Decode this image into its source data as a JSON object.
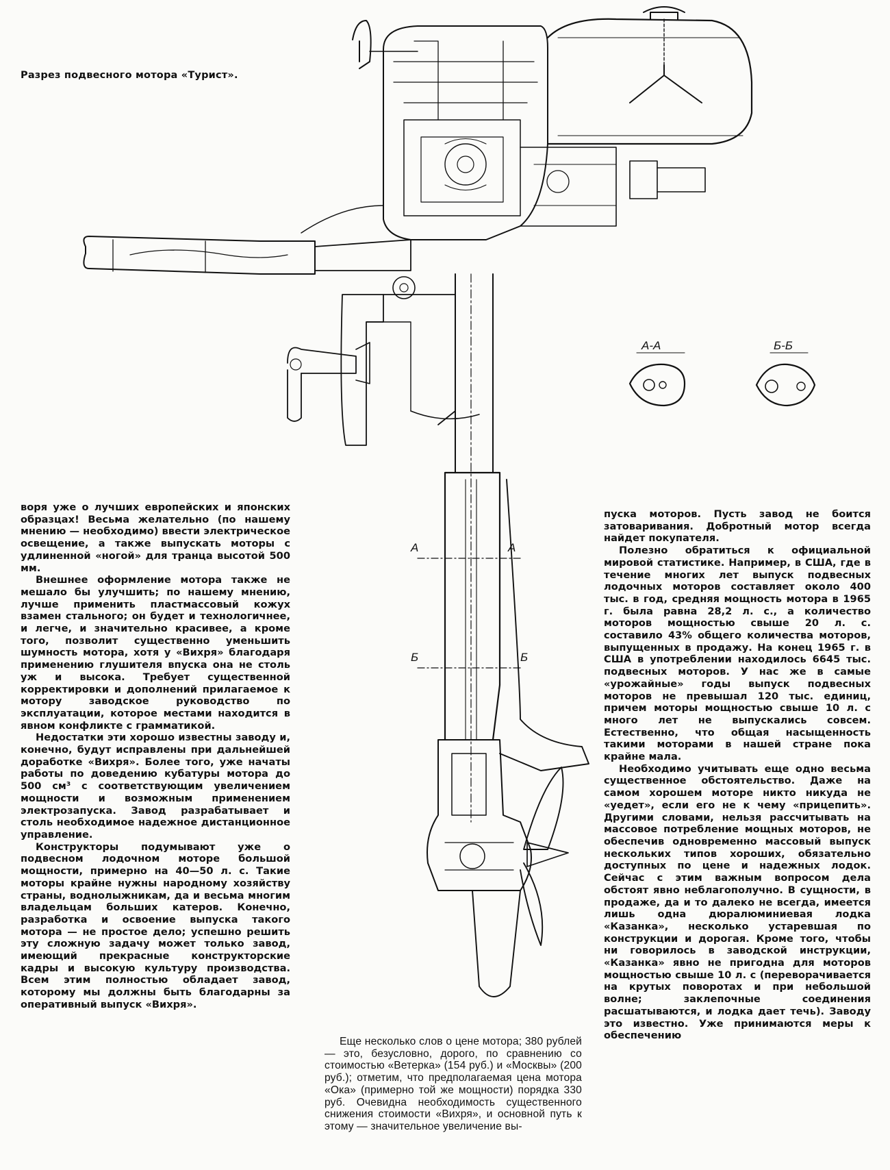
{
  "figure": {
    "caption": "Разрез подвесного мотора «Турист».",
    "section_labels": {
      "aa_title": "А-А",
      "bb_title": "Б-Б",
      "aa_left": "А",
      "aa_right": "А",
      "bb_left": "Б",
      "bb_right": "Б"
    }
  },
  "columns": {
    "left": [
      {
        "indent": false,
        "text": "воря уже о лучших европейских и японских образцах! Весьма желательно (по нашему мнению — необходимо) ввести электрическое освещение, а также выпускать моторы с удлиненной «ногой» для транца высотой 500 мм."
      },
      {
        "indent": true,
        "text": "Внешнее оформление мотора также не мешало бы улучшить; по нашему мнению, лучше применить пластмассовый кожух взамен стального; он будет и технологичнее, и легче, и значительно красивее, а кроме того, позволит существенно уменьшить шумность мотора, хотя у «Вихря» благодаря применению глушителя впуска она не столь уж и высока. Требует существенной корректировки и дополнений прилагаемое к мотору заводское руководство по эксплуатации, которое местами находится в явном конфликте с грамматикой."
      },
      {
        "indent": true,
        "text": "Недостатки эти хорошо известны заводу и, конечно, будут исправлены при дальнейшей доработке «Вихря». Более того, уже начаты работы по доведению кубатуры мотора до 500 см³ с соответствующим увеличением мощности и возможным применением электрозапуска. Завод разрабатывает и столь необходимое надежное дистанционное управление."
      },
      {
        "indent": true,
        "text": "Конструкторы подумывают уже о подвесном лодочном моторе большой мощности, примерно на 40—50 л. с. Такие моторы крайне нужны народному хозяйству страны, воднолыжникам, да и весьма многим владельцам больших катеров. Конечно, разработка и освоение выпуска такого мотора — не простое дело; успешно решить эту сложную задачу может только завод, имеющий прекрасные конструкторские кадры и высокую культуру производства. Всем этим полностью обладает завод, которому мы должны быть благодарны за оперативный выпуск «Вихря»."
      }
    ],
    "middle": [
      {
        "indent": true,
        "text": "Еще несколько слов о цене мотора; 380 рублей — это, безусловно, дорого, по сравнению со стоимостью «Ветерка» (154 руб.) и «Москвы» (200 руб.); отметим, что предполагаемая цена мотора «Ока» (примерно той же мощности) порядка 330 руб. Очевидна необходимость существенного снижения стоимости «Вихря», и основной путь к этому — значительное увеличение вы-"
      }
    ],
    "right": [
      {
        "indent": false,
        "text": "пуска моторов. Пусть завод не боится затоваривания. Добротный мотор всегда найдет покупателя."
      },
      {
        "indent": true,
        "text": "Полезно обратиться к официальной мировой статистике. Например, в США, где в течение многих лет выпуск подвесных лодочных моторов составляет около 400 тыс. в год, средняя мощность мотора в 1965 г. была равна 28,2 л. с., а количество моторов мощностью свыше 20 л. с. составило 43% общего количества моторов, выпущенных в продажу. На конец 1965 г. в США в употреблении находилось 6645 тыс. подвесных моторов. У нас же в самые «урожайные» годы выпуск подвесных моторов не превышал 120 тыс. единиц, причем моторы мощностью свыше 10 л. с много лет не выпускались совсем. Естественно, что общая насыщенность такими моторами в нашей стране пока крайне мала."
      },
      {
        "indent": true,
        "text": "Необходимо учитывать еще одно весьма существенное обстоятельство. Даже на самом хорошем моторе никто никуда не «уедет», если его не к чему «прицепить». Другими словами, нельзя рассчитывать на массовое потребление мощных моторов, не обеспечив одновременно массовый выпуск нескольких типов хороших, обязательно доступных по цене и надежных лодок. Сейчас с этим важным вопросом дела обстоят явно неблагополучно. В сущности, в продаже, да и то далеко не всегда, имеется лишь одна дюралюминиевая лодка «Казанка», несколько устаревшая по конструкции и дорогая. Кроме того, чтобы ни говорилось в заводской инструкции, «Казанка» явно не пригодна для моторов мощностью свыше 10 л. с (переворачивается на крутых поворотах и при небольшой волне; заклепочные соединения расшатываются, и лодка дает течь). Заводу это известно. Уже принимаются меры к обеспечению"
      }
    ]
  }
}
